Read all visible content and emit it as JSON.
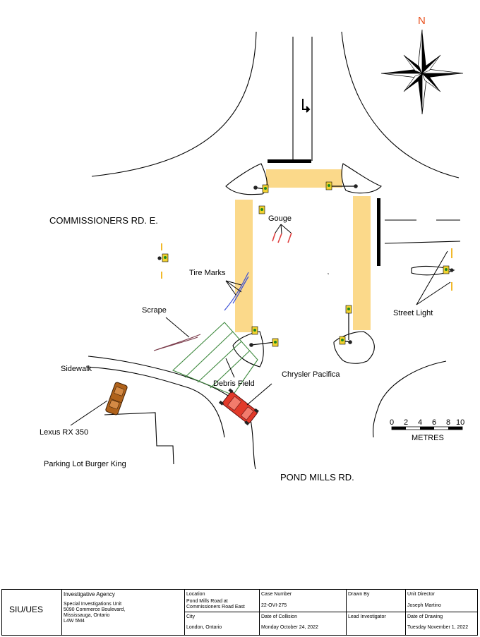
{
  "north_label": "N",
  "labels": {
    "commissioners": "COMMISSIONERS RD. E.",
    "pond_mills": "POND MILLS RD.",
    "gouge": "Gouge",
    "tire_marks": "Tire Marks",
    "scrape": "Scrape",
    "sidewalk": "Sidewalk",
    "debris_field": "Debris Field",
    "chrysler": "Chrysler Pacifica",
    "lexus": "Lexus RX 350",
    "parking_lot": "Parking Lot Burger King",
    "street_light": "Street Light",
    "center_mark": "N"
  },
  "scale": {
    "ticks": [
      "0",
      "2",
      "4",
      "6",
      "8",
      "10"
    ],
    "unit": "METRES"
  },
  "title_block": {
    "org_short": "SIU/UES",
    "agency_header": "Investigative Agency",
    "agency_body": "Special Investigations Unit\n5090 Commerce Boulevard,\nMississauga, Ontario\nL4W 5M4",
    "location_header": "Location",
    "location_value": "Pond Mills Road at\nCommissioners Road East",
    "city_header": "City",
    "city_value": "London, Ontario",
    "case_header": "Case Number",
    "case_value": "22-OVI-275",
    "date_collision_header": "Date of Collision",
    "date_collision_value": "Monday October 24, 2022",
    "drawn_by_header": "Drawn By",
    "lead_investigator_header": "Lead Investigator",
    "unit_director_header": "Unit Director",
    "unit_director_value": "Joseph Martino",
    "date_drawing_header": "Date of Drawing",
    "date_drawing_value": "Tuesday November 1, 2022"
  },
  "colors": {
    "crosswalk": "#fbd98a",
    "tire_marks": "#3a4fd6",
    "gouge": "#e04040",
    "scrape": "#7a3b4a",
    "debris": "#3f8a3f",
    "chrysler": "#e23a2a",
    "lexus": "#b0621a",
    "north": "#e8501c"
  }
}
